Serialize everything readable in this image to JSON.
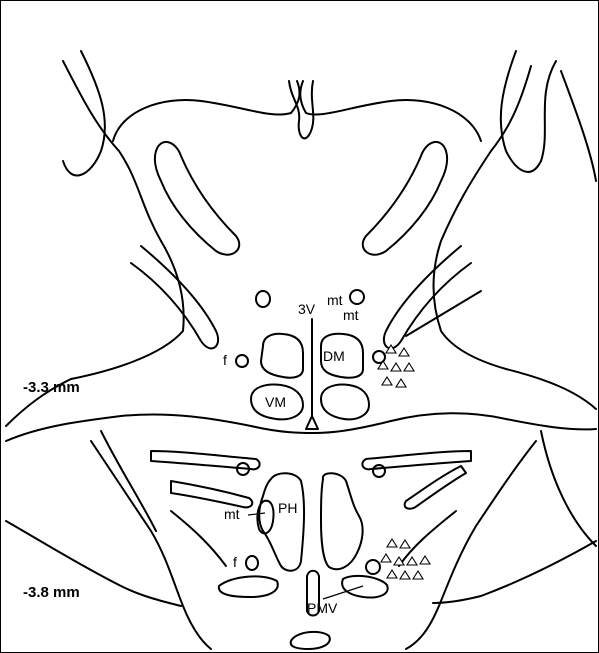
{
  "section_upper": {
    "level_label": "-3.3 mm",
    "labels": {
      "third_ventricle": "3V",
      "mt_1": "mt",
      "mt_2": "mt",
      "dm": "DM",
      "vm": "VM",
      "f": "f"
    }
  },
  "section_lower": {
    "level_label": "-3.8 mm",
    "labels": {
      "ph": "PH",
      "mt": "mt",
      "f": "f",
      "pmv": "PMV"
    }
  },
  "colors": {
    "line": "#000000",
    "background": "#ffffff"
  },
  "markers": {
    "shape": "open-triangle",
    "upper_count": 7,
    "lower_count": 9
  }
}
